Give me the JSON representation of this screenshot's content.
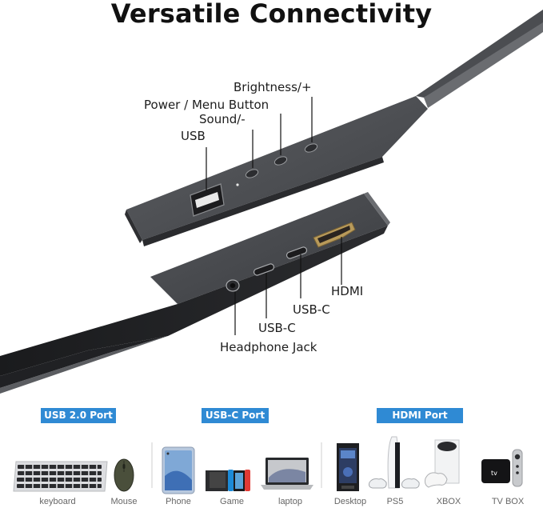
{
  "title": "Versatile Connectivity",
  "callouts": {
    "brightness": "Brightness/+",
    "power": "Power / Menu Button",
    "sound": "Sound/-",
    "usb": "USB",
    "hdmi": "HDMI",
    "usbc_upper": "USB-C",
    "usbc_lower": "USB-C",
    "headphone": "Headphone Jack"
  },
  "categories": [
    {
      "badge": "USB 2.0 Port",
      "devices": [
        "keyboard",
        "Mouse"
      ]
    },
    {
      "badge": "USB-C Port",
      "devices": [
        "Phone",
        "Game",
        "laptop"
      ]
    },
    {
      "badge": "HDMI Port",
      "devices": [
        "Desktop",
        "PS5",
        "XBOX",
        "TV BOX"
      ]
    }
  ],
  "colors": {
    "badge": "#2f8ad4",
    "monitor_body": "#4a4c50",
    "hdmi_gold": "#b89a5a"
  },
  "icons": [
    "keyboard-icon",
    "mouse-icon",
    "phone-icon",
    "game-console-icon",
    "laptop-icon",
    "desktop-tower-icon",
    "ps5-icon",
    "xbox-icon",
    "tv-box-icon"
  ]
}
